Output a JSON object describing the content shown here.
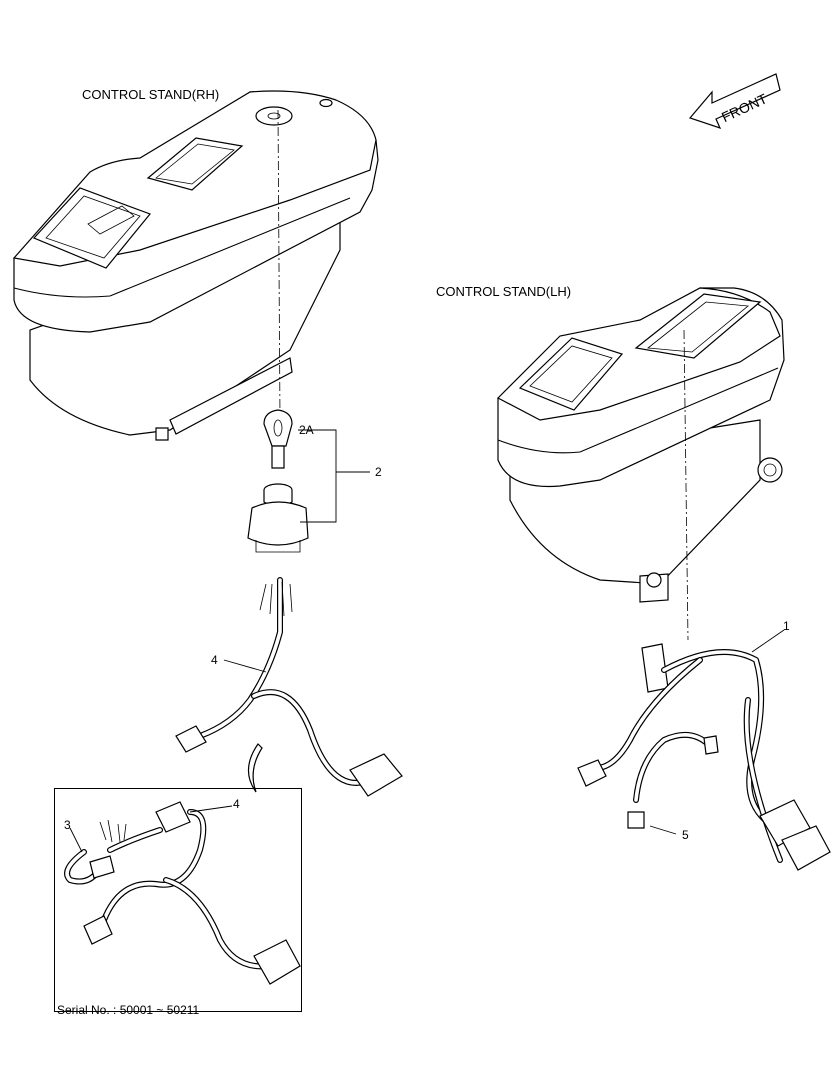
{
  "labels": {
    "control_stand_rh": "CONTROL STAND(RH)",
    "control_stand_lh": "CONTROL STAND(LH)",
    "front": "FRONT",
    "serial": "Serial No. : 50001 ~ 50211"
  },
  "callouts": {
    "key": "2A",
    "switch_assy": "2",
    "harness_rh": "4",
    "harness_inset": "4",
    "harness_lh": "1",
    "sub_harness_inset": "3",
    "lh_connector": "5"
  }
}
